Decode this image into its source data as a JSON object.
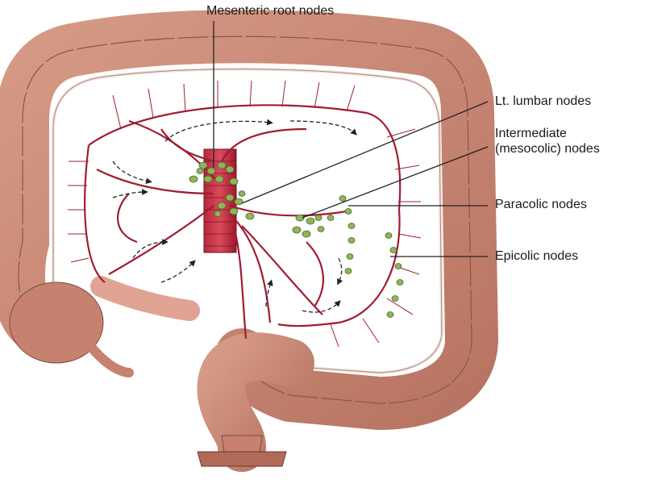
{
  "labels": {
    "mesenteric_root": "Mesenteric root nodes",
    "lt_lumbar": "Lt. lumbar nodes",
    "intermediate_line1": "Intermediate",
    "intermediate_line2": "(mesocolic) nodes",
    "paracolic": "Paracolic nodes",
    "epicolic": "Epicolic nodes"
  },
  "colors": {
    "colon": "#c98a76",
    "colon_outline": "#7a4a3c",
    "vessel": "#a01c32",
    "node": "#8fb45a",
    "leader": "#222222"
  }
}
